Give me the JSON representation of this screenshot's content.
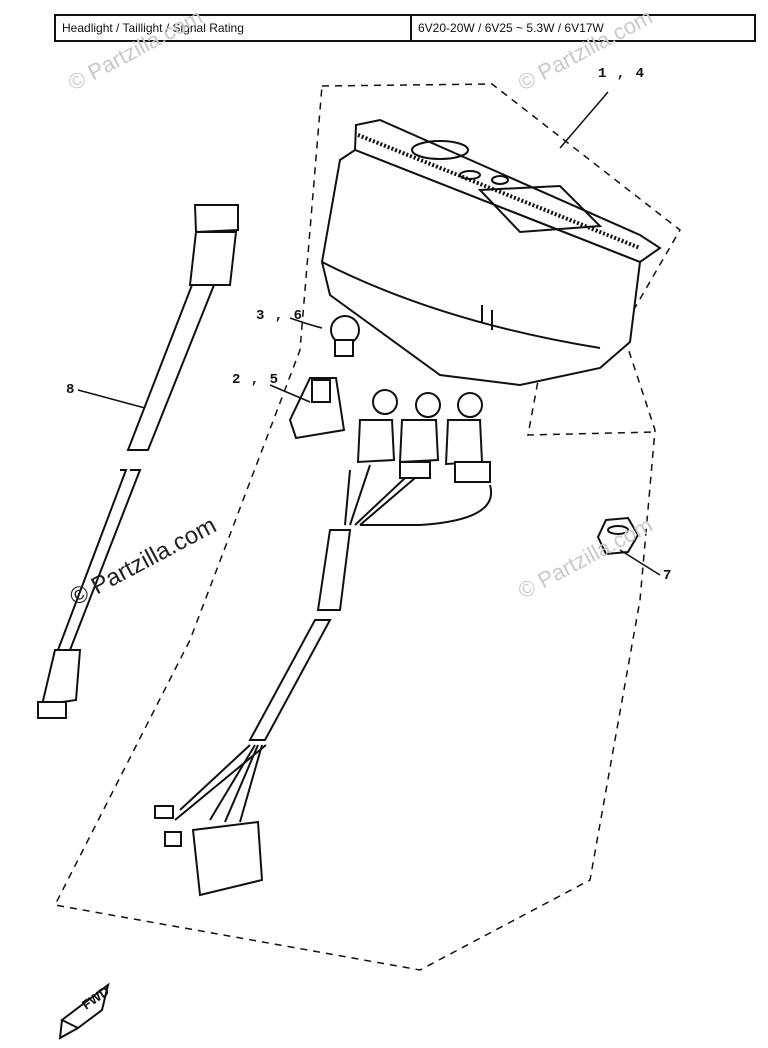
{
  "spec_table": {
    "label": "Headlight / Taillight / Signal Rating",
    "value": "6V20-20W / 6V25 ~ 5.3W / 6V17W"
  },
  "callouts": [
    {
      "id": "meter-assembly",
      "text": "1 , 4"
    },
    {
      "id": "bulb",
      "text": "3 , 6"
    },
    {
      "id": "socket",
      "text": "2 , 5"
    },
    {
      "id": "cable",
      "text": "8"
    },
    {
      "id": "nut",
      "text": "7"
    }
  ],
  "watermark": "© Partzilla.com",
  "direction_label": "FWD",
  "colors": {
    "ink": "#111111",
    "watermark": "#c9c9c9",
    "paper": "#ffffff"
  }
}
